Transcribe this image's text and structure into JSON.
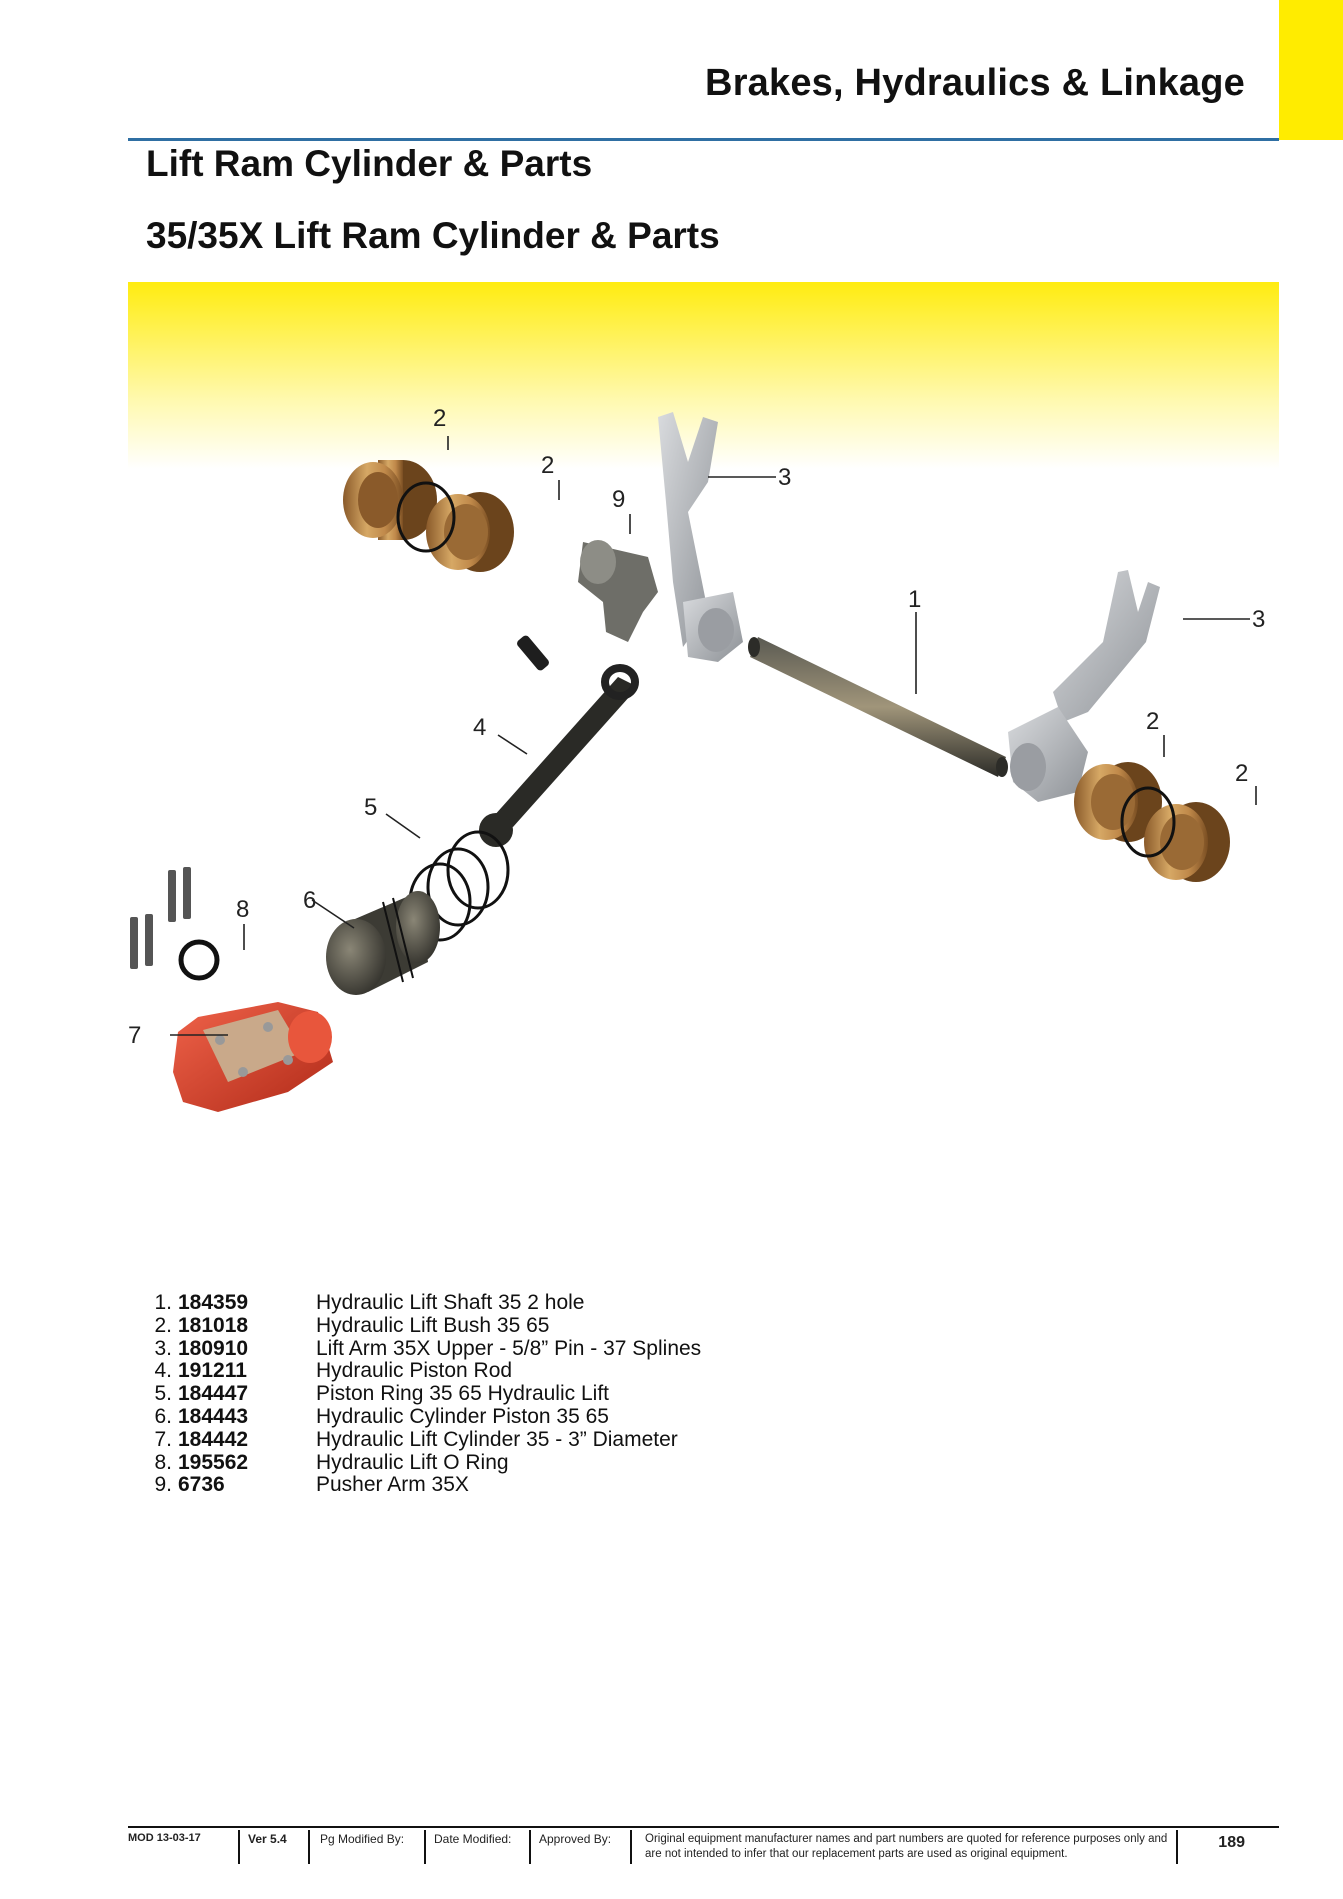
{
  "header": {
    "section": "Brakes, Hydraulics & Linkage",
    "title": "Lift Ram Cylinder & Parts",
    "subtitle": "35/35X Lift Ram Cylinder & Parts"
  },
  "callouts": [
    "1",
    "2",
    "2",
    "2",
    "2",
    "3",
    "3",
    "4",
    "5",
    "6",
    "7",
    "8",
    "9"
  ],
  "parts": [
    {
      "num": "1.",
      "code": "184359",
      "desc": "Hydraulic Lift Shaft 35 2 hole"
    },
    {
      "num": "2.",
      "code": "181018",
      "desc": "Hydraulic Lift Bush 35 65"
    },
    {
      "num": "3.",
      "code": "180910",
      "desc": "Lift Arm 35X Upper - 5/8” Pin - 37 Splines"
    },
    {
      "num": "4.",
      "code": "191211",
      "desc": "Hydraulic Piston Rod"
    },
    {
      "num": "5.",
      "code": "184447",
      "desc": "Piston Ring 35 65 Hydraulic Lift"
    },
    {
      "num": "6.",
      "code": "184443",
      "desc": "Hydraulic Cylinder Piston 35 65"
    },
    {
      "num": "7.",
      "code": "184442",
      "desc": "Hydraulic Lift Cylinder 35 - 3” Diameter"
    },
    {
      "num": "8.",
      "code": "195562",
      "desc": "Hydraulic Lift O Ring"
    },
    {
      "num": "9.",
      "code": "6736",
      "desc": "Pusher Arm 35X"
    }
  ],
  "footer": {
    "mod": "MOD 13-03-17",
    "version": "Ver 5.4",
    "pg_modified": "Pg Modified By:",
    "date_modified": "Date Modified:",
    "approved": "Approved By:",
    "note": "Original equipment manufacturer names and part numbers are quoted for reference purposes only and are not intended to infer that our replacement parts are used as original equipment.",
    "page": "189"
  },
  "colors": {
    "accent_yellow": "#ffec00",
    "rule_blue": "#2f6fa3",
    "bronze": "#c08a4a",
    "casting_grey": "#b9bcc0",
    "cylinder_red": "#d9432e"
  }
}
